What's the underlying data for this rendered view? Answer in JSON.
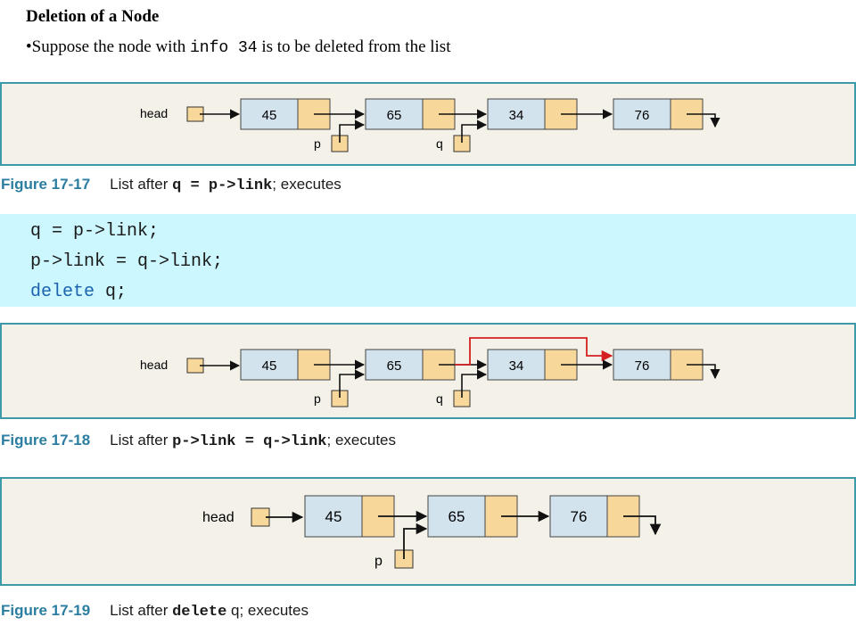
{
  "slide": {
    "title": "Deletion of a Node",
    "bullet_prefix": "•Suppose the node with ",
    "bullet_code": "info 34",
    "bullet_suffix": " is to be deleted from the list"
  },
  "figures": [
    {
      "number": "Figure 17-17",
      "caption_pre": "List after ",
      "caption_code": "q = p->link",
      "caption_post": "; executes",
      "nodes": [
        "45",
        "65",
        "34",
        "76"
      ],
      "head_label": "head",
      "pointer_p": "p",
      "pointer_q": "q"
    },
    {
      "number": "Figure 17-18",
      "caption_pre": "List after ",
      "caption_code": "p->link = q->link",
      "caption_post": "; executes",
      "nodes": [
        "45",
        "65",
        "34",
        "76"
      ],
      "head_label": "head",
      "pointer_p": "p",
      "pointer_q": "q"
    },
    {
      "number": "Figure 17-19",
      "caption_pre": "List after ",
      "caption_code": "delete",
      "caption_post": " q; executes",
      "nodes": [
        "45",
        "65",
        "76"
      ],
      "head_label": "head",
      "pointer_p": "p"
    }
  ],
  "code": {
    "line1": "q = p->link;",
    "line2": "p->link = q->link;",
    "line3_keyword": "delete",
    "line3_rest": " q;"
  },
  "colors": {
    "info_fill": "#d2e3ee",
    "link_fill": "#f8d89a",
    "panel_fill": "#f4f1e9",
    "panel_border": "#3c9aab",
    "code_bg": "#ccf7ff",
    "redirect_arrow": "#d42020",
    "figure_label": "#2b7ea1"
  }
}
